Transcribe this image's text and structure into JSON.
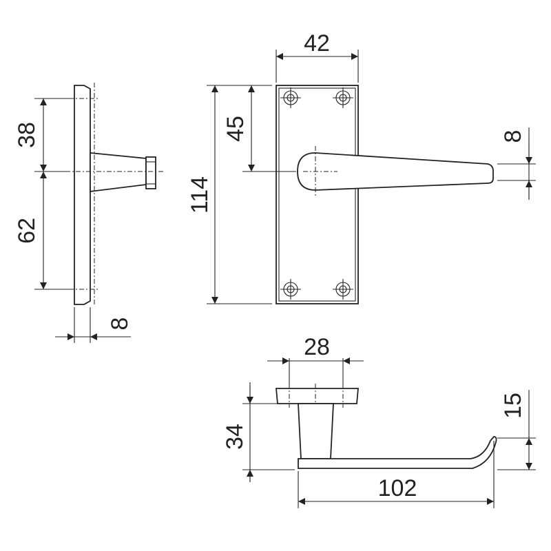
{
  "dimensions": {
    "side_top": "38",
    "side_bottom": "62",
    "side_thickness": "8",
    "plate_width": "42",
    "plate_height": "114",
    "spindle_offset": "45",
    "lever_thickness": "8",
    "rose_diameter": "28",
    "lever_height": "34",
    "lever_tip": "15",
    "lever_length": "102"
  },
  "colors": {
    "line": "#222222",
    "background": "#ffffff"
  }
}
